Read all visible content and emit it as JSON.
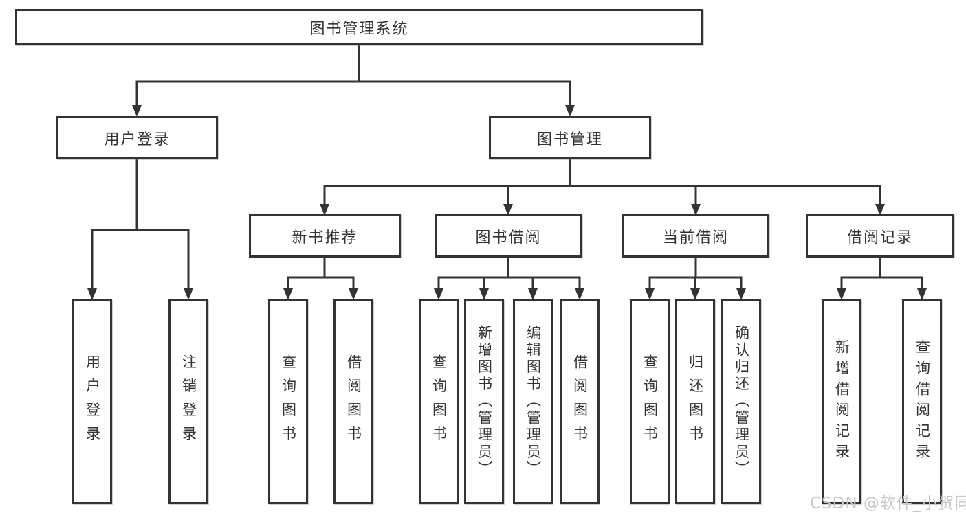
{
  "title": "图书管理系统",
  "watermark": "CSDN @软件_小贺同学",
  "colors": {
    "line": "#333333",
    "text": "#333333",
    "canvas": "#ffffff",
    "watermark": "#c8c8c8"
  },
  "tree": {
    "label": "图书管理系统",
    "children": [
      {
        "label": "用户登录",
        "children": [
          {
            "label": "用户登录"
          },
          {
            "label": "注销登录"
          }
        ]
      },
      {
        "label": "图书管理",
        "children": [
          {
            "label": "新书推荐",
            "children": [
              {
                "label": "查询图书"
              },
              {
                "label": "借阅图书"
              }
            ]
          },
          {
            "label": "图书借阅",
            "children": [
              {
                "label": "查询图书"
              },
              {
                "label": "新增图书（管理员）"
              },
              {
                "label": "编辑图书（管理员）"
              },
              {
                "label": "借阅图书"
              }
            ]
          },
          {
            "label": "当前借阅",
            "children": [
              {
                "label": "查询图书"
              },
              {
                "label": "归还图书"
              },
              {
                "label": "确认归还（管理员）"
              }
            ]
          },
          {
            "label": "借阅记录",
            "children": [
              {
                "label": "新增借阅记录"
              },
              {
                "label": "查询借阅记录"
              }
            ]
          }
        ]
      }
    ]
  }
}
